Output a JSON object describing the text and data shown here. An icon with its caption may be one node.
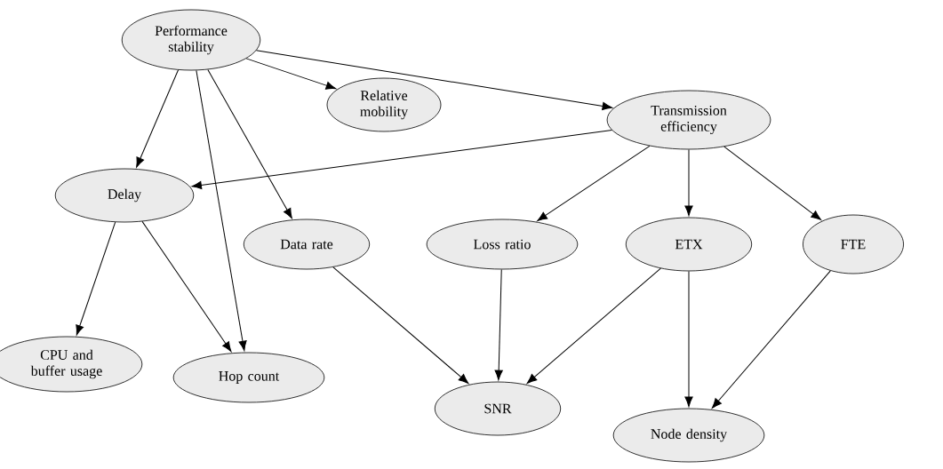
{
  "diagram": {
    "nodes": [
      {
        "text": [
          "Performance stability"
        ]
      },
      {
        "text": [
          "Relative mobility"
        ]
      },
      {
        "text": [
          "Transmission efficiency"
        ]
      },
      {
        "text": [
          "Delay"
        ]
      },
      {
        "text": [
          "Data rate"
        ]
      },
      {
        "text": [
          "Loss ratio"
        ]
      },
      {
        "text": [
          "ETX"
        ]
      },
      {
        "text": [
          "FTE"
        ]
      },
      {
        "text": [
          "CPU and buffer usage"
        ]
      },
      {
        "text": [
          "Hop count"
        ]
      },
      {
        "text": [
          "SNR"
        ]
      },
      {
        "text": [
          "Node density"
        ]
      }
    ],
    "edges": [
      {
        "from": 0,
        "to": 1,
        "arrow": "to"
      },
      {
        "from": 0,
        "to": 2,
        "arrow": "to"
      },
      {
        "from": 0,
        "to": 3,
        "arrow": "to"
      },
      {
        "from": 0,
        "to": 9,
        "arrow": "to"
      },
      {
        "from": 0,
        "to": 4,
        "arrow": "to"
      },
      {
        "from": 2,
        "to": 3,
        "arrow": "to"
      },
      {
        "from": 2,
        "to": 5,
        "arrow": "to"
      },
      {
        "from": 2,
        "to": 6,
        "arrow": "to"
      },
      {
        "from": 2,
        "to": 7,
        "arrow": "to"
      },
      {
        "from": 3,
        "to": 8,
        "arrow": "to"
      },
      {
        "from": 3,
        "to": 9,
        "arrow": "to"
      },
      {
        "from": 4,
        "to": 10,
        "arrow": "to"
      },
      {
        "from": 5,
        "to": 10,
        "arrow": "to"
      },
      {
        "from": 6,
        "to": 10,
        "arrow": "to"
      },
      {
        "from": 6,
        "to": 11,
        "arrow": "to"
      },
      {
        "from": 7,
        "to": 11,
        "arrow": "to"
      }
    ]
  }
}
